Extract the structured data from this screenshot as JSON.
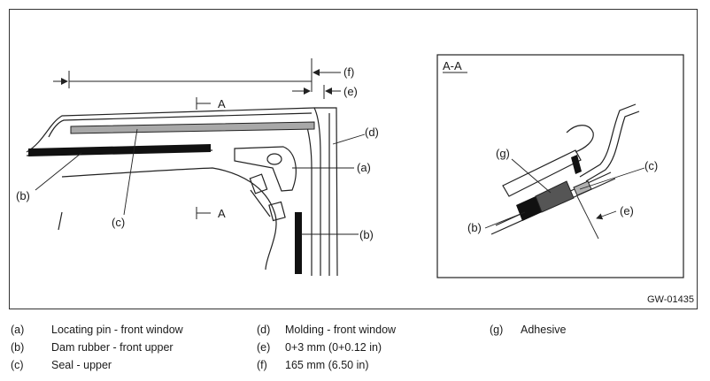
{
  "figure_id": "GW-01435",
  "section_label": "A-A",
  "callouts": {
    "a": "(a)",
    "b": "(b)",
    "c": "(c)",
    "d": "(d)",
    "e": "(e)",
    "f": "(f)",
    "g": "(g)",
    "section": "A"
  },
  "legend": [
    {
      "key": "(a)",
      "text": "Locating pin - front window"
    },
    {
      "key": "(b)",
      "text": "Dam rubber - front upper"
    },
    {
      "key": "(c)",
      "text": "Seal - upper"
    },
    {
      "key": "(d)",
      "text": "Molding - front window"
    },
    {
      "key": "(e)",
      "text": "0+3 mm (0+0.12 in)"
    },
    {
      "key": "(f)",
      "text": "165 mm (6.50 in)"
    },
    {
      "key": "(g)",
      "text": "Adhesive"
    }
  ]
}
